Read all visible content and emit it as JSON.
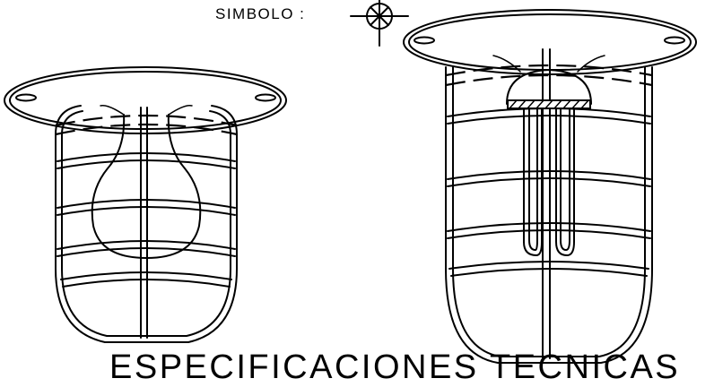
{
  "symbol_label": "SIMBOLO  :",
  "title": "ESPECIFICACIONES  TECNICAS",
  "symbol_icon": "circle-x-crosshair-icon",
  "left_fixture": "caged-fixture-incandescent-bulb",
  "right_fixture": "caged-fixture-fluorescent-tube"
}
